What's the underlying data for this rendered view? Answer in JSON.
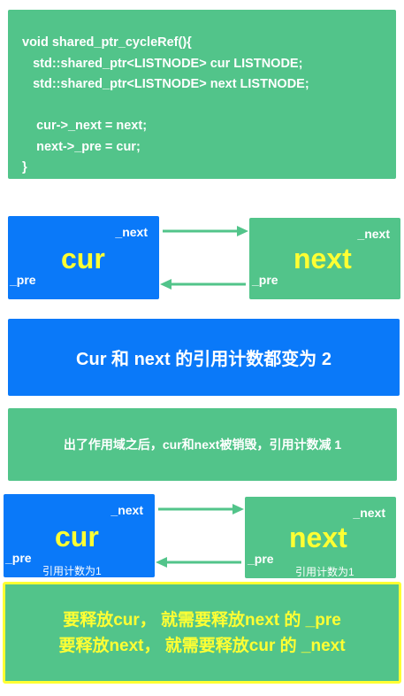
{
  "code": {
    "lines": [
      "void shared_ptr_cycleRef(){",
      "   std::shared_ptr<LISTNODE> cur LISTNODE;",
      "   std::shared_ptr<LISTNODE> next LISTNODE;",
      "",
      "    cur->_next = next;",
      "    next->_pre = cur;",
      "}"
    ]
  },
  "top_diagram": {
    "cur": {
      "name": "cur",
      "next_label": "_next",
      "pre_label": "_pre"
    },
    "next": {
      "name": "next",
      "next_label": "_next",
      "pre_label": "_pre"
    }
  },
  "refcount_banner": "Cur 和 next 的引用计数都变为 2",
  "scope_banner": "出了作用域之后，cur和next被销毁，引用计数减 1",
  "bottom_diagram": {
    "cur": {
      "name": "cur",
      "next_label": "_next",
      "pre_label": "_pre",
      "refcount_label": "引用计数为1"
    },
    "next": {
      "name": "next",
      "next_label": "_next",
      "pre_label": "_pre",
      "refcount_label": "引用计数为1"
    }
  },
  "conclusion": {
    "line1": "要释放cur， 就需要释放next 的 _pre",
    "line2": "要释放next， 就需要释放cur 的 _next"
  },
  "colors": {
    "green": "#52c48a",
    "blue": "#0a79f9",
    "yellow": "#ffff33"
  }
}
